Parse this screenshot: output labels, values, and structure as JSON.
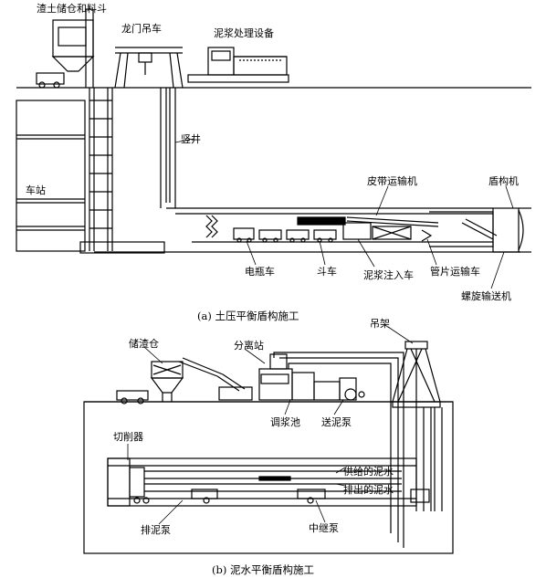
{
  "diagram_a": {
    "caption": "(a) 土压平衡盾构施工",
    "labels": {
      "storage": "渣土储仓和料斗",
      "gantry": "龙门吊车",
      "mud_equipment": "泥浆处理设备",
      "shaft": "竖井",
      "station": "车站",
      "belt_conveyor": "皮带运输机",
      "shield": "盾构机",
      "battery_car": "电瓶车",
      "bucket_car": "斗车",
      "grout_car": "泥浆注入车",
      "segment_car": "管片运输车",
      "screw_conveyor": "螺旋输送机"
    }
  },
  "diagram_b": {
    "caption": "(b) 泥水平衡盾构施工",
    "labels": {
      "slag_bin": "储渣仓",
      "separation_station": "分离站",
      "hanger": "吊架",
      "mixing_tank": "调浆池",
      "mud_feed_pump": "送泥泵",
      "cutter": "切削器",
      "supply_mud": "供给的泥水",
      "discharge_mud": "排出的泥水",
      "discharge_pump": "排泥泵",
      "relay_pump": "中继泵"
    }
  }
}
